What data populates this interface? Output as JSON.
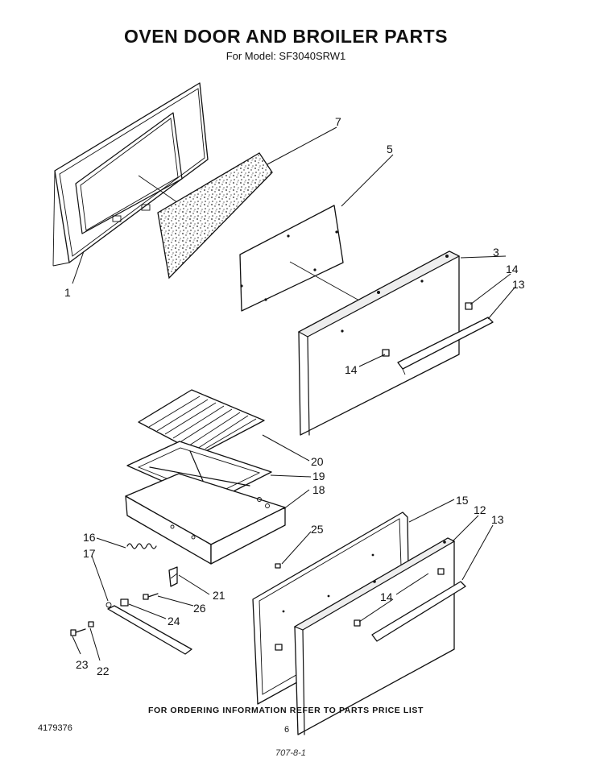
{
  "header": {
    "title": "OVEN DOOR AND BROILER PARTS",
    "subtitle": "For Model: SF3040SRW1"
  },
  "footer": {
    "note": "FOR ORDERING INFORMATION REFER TO PARTS PRICE LIST",
    "doc_number": "4179376",
    "page_number": "6",
    "scribble": "707-8-1"
  },
  "callouts": {
    "c1": "1",
    "c3": "3",
    "c5": "5",
    "c7": "7",
    "c12": "12",
    "c13a": "13",
    "c13b": "13",
    "c14a": "14",
    "c14b": "14",
    "c14c": "14",
    "c15": "15",
    "c16": "16",
    "c17": "17",
    "c18": "18",
    "c19": "19",
    "c20": "20",
    "c21": "21",
    "c22": "22",
    "c23": "23",
    "c24": "24",
    "c25": "25",
    "c26": "26"
  }
}
